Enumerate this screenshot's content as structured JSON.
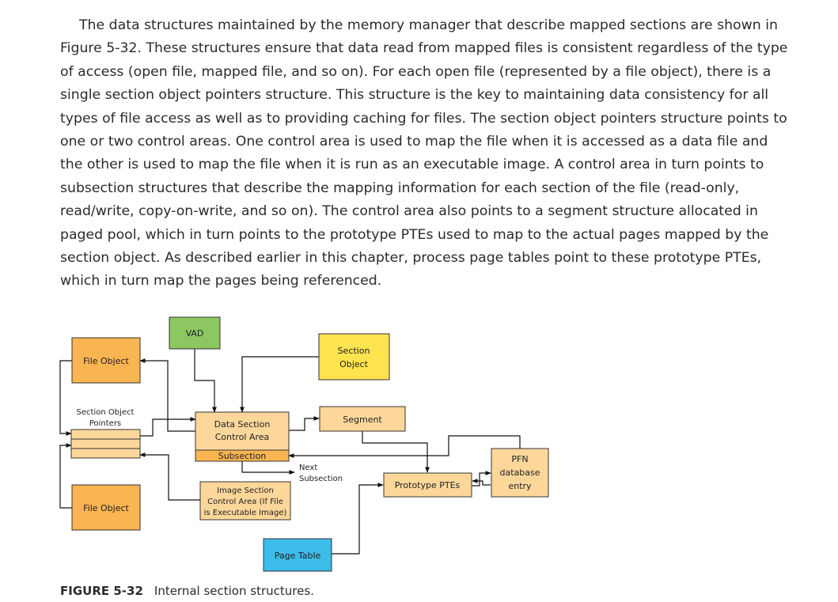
{
  "paragraph": "The data structures maintained by the memory manager that describe mapped sections are shown in Figure 5-32. These structures ensure that data read from mapped files is consistent regardless of the type of access (open file, mapped file, and so on). For each open file (represented by a file object), there is a single section object pointers structure. This structure is the key to maintaining data consistency for all types of file access as well as to providing caching for files. The section object pointers structure points to one or two control areas. One control area is used to map the file when it is accessed as a data file and the other is used to map the file when it is run as an executable image. A control area in turn points to subsection structures that describe the mapping information for each section of the file (read-only, read/write, copy-on-write, and so on). The control area also points to a segment structure allocated in paged pool, which in turn points to the prototype PTEs used to map to the actual pages mapped by the section object. As described earlier in this chapter, process page tables point to these prototype PTEs, which in turn map the pages being referenced.",
  "figure": {
    "vad": "VAD",
    "file_object_top": "File Object",
    "file_object_bottom": "File Object",
    "section_object": [
      "Section",
      "Object"
    ],
    "section_object_pointers": [
      "Section Object",
      "Pointers"
    ],
    "data_section_control_area": [
      "Data Section",
      "Control Area"
    ],
    "subsection": "Subsection",
    "segment": "Segment",
    "next_subsection": [
      "Next",
      "Subsection"
    ],
    "image_section_control_area": [
      "Image Section",
      "Control Area (If File",
      "is Executable Image)"
    ],
    "prototype_ptes": "Prototype PTEs",
    "pfn_database_entry": [
      "PFN",
      "database",
      "entry"
    ],
    "page_table": "Page Table"
  },
  "caption": {
    "label": "FIGURE 5-32",
    "text": "Internal section structures."
  },
  "colors": {
    "orange": "#f9b552",
    "light_orange": "#fdd79a",
    "green": "#8cc762",
    "yellow": "#ffe34f",
    "blue": "#3cbce8"
  }
}
